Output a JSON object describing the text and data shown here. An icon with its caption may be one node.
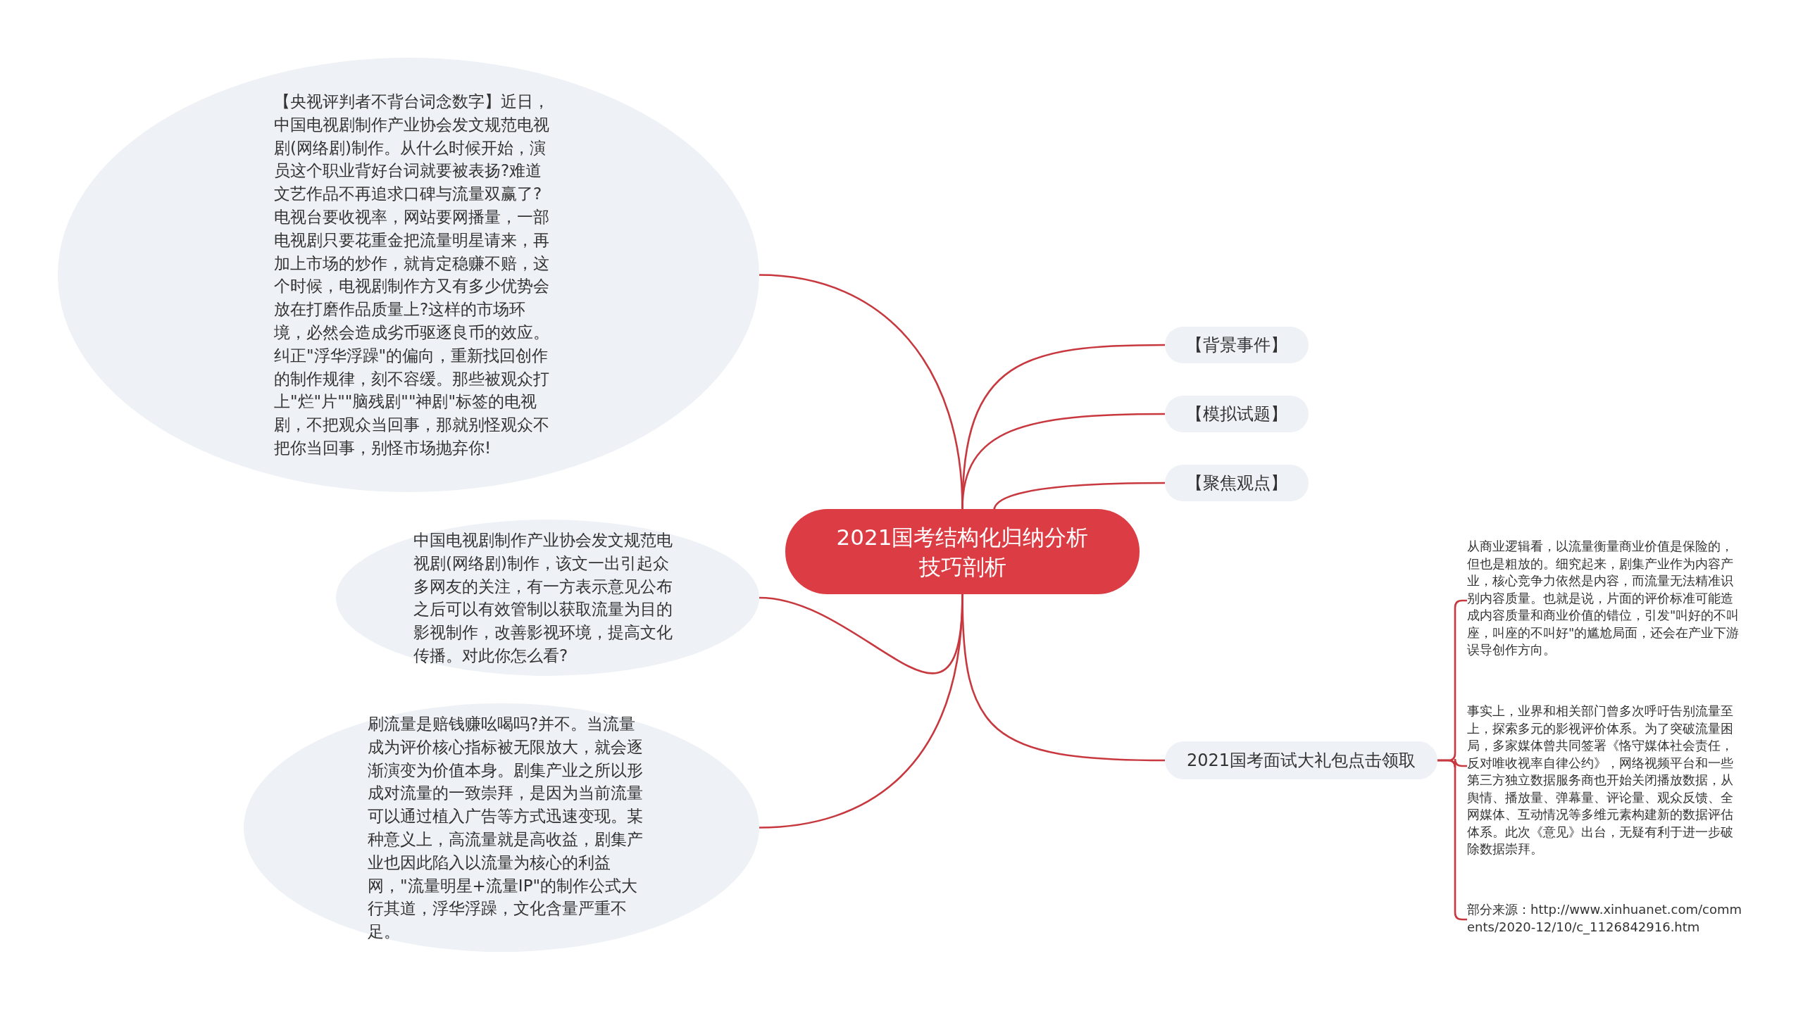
{
  "diagram": {
    "nodes": [
      {
        "text": [
          "2021国考结构化归纳分析技巧剖析"
        ]
      },
      {
        "text": [
          "【央视评判者不背台词念数字】近日，中国电视剧制作产业协会发文规范电视剧(网络剧)制作。从什么时候开始，演员这个职业背好台词就要被表扬?难道文艺作品不再追求口碑与流量双赢了?电视台要收视率，网站要网播量，一部电视剧只要花重金把流量明星请来，再加上市场的炒作，就肯定稳赚不赔，这个时候，电视剧制作方又有多少优势会放在打磨作品质量上?这样的市场环境，必然会造成劣币驱逐良币的效应。纠正\"浮华浮躁\"的偏向，重新找回创作的制作规律，刻不容缓。那些被观众打上\"烂\"片\"\"脑残剧\"\"神剧\"标签的电视剧，不把观众当回事，那就别怪观众不把你当回事，别怪市场抛弃你!"
        ]
      },
      {
        "text": [
          "中国电视剧制作产业协会发文规范电视剧(网络剧)制作，该文一出引起众多网友的关注，有一方表示意见公布之后可以有效管制以获取流量为目的影视制作，改善影视环境，提高文化传播。对此你怎么看?"
        ]
      },
      {
        "text": [
          "刷流量是赔钱赚吆喝吗?并不。当流量成为评价核心指标被无限放大，就会逐渐演变为价值本身。剧集产业之所以形成对流量的一致崇拜，是因为当前流量可以通过植入广告等方式迅速变现。某种意义上，高流量就是高收益，剧集产业也因此陷入以流量为核心的利益网，\"流量明星+流量IP\"的制作公式大行其道，浮华浮躁，文化含量严重不足。"
        ]
      },
      {
        "text": [
          "【背景事件】"
        ]
      },
      {
        "text": [
          "【模拟试题】"
        ]
      },
      {
        "text": [
          "【聚焦观点】"
        ]
      },
      {
        "text": [
          "2021国考面试大礼包点击领取"
        ]
      },
      {
        "text": [
          "从商业逻辑看，以流量衡量商业价值是保险的，但也是粗放的。细究起来，剧集产业作为内容产业，核心竞争力依然是内容，而流量无法精准识别内容质量。也就是说，片面的评价标准可能造成内容质量和商业价值的错位，引发\"叫好的不叫座，叫座的不叫好\"的尴尬局面，还会在产业下游误导创作方向。"
        ]
      },
      {
        "text": [
          "事实上，业界和相关部门曾多次呼吁告别流量至上，探索多元的影视评价体系。为了突破流量困局，多家媒体曾共同签署《恪守媒体社会责任，反对唯收视率自律公约》，网络视频平台和一些第三方独立数据服务商也开始关闭播放数据，从舆情、播放量、弹幕量、评论量、观众反馈、全网媒体、互动情况等多维元素构建新的数据评估体系。此次《意见》出台，无疑有利于进一步破除数据崇拜。"
        ]
      },
      {
        "text": [
          "部分来源：http://www.xinhuanet.com/comments/2020-12/10/c_1126842916.htm"
        ]
      }
    ],
    "edges": [
      {
        "from": 0,
        "to": 1,
        "arrow": "none"
      },
      {
        "from": 0,
        "to": 2,
        "arrow": "none"
      },
      {
        "from": 0,
        "to": 3,
        "arrow": "none"
      },
      {
        "from": 0,
        "to": 4,
        "arrow": "none"
      },
      {
        "from": 0,
        "to": 5,
        "arrow": "none"
      },
      {
        "from": 0,
        "to": 6,
        "arrow": "none"
      },
      {
        "from": 0,
        "to": 7,
        "arrow": "none"
      },
      {
        "from": 7,
        "to": 8,
        "arrow": "none"
      },
      {
        "from": 7,
        "to": 9,
        "arrow": "none"
      },
      {
        "from": 7,
        "to": 10,
        "arrow": "none"
      }
    ]
  }
}
